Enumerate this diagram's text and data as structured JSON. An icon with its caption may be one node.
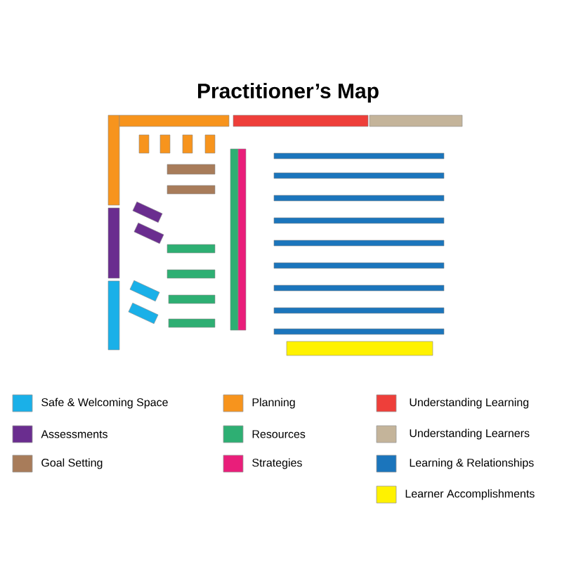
{
  "diagram": {
    "title": "Practitioner’s Map",
    "legend": [
      {
        "text": "Safe & Welcoming Space",
        "color": "#1ab0e8"
      },
      {
        "text": "Planning",
        "color": "#f7941d"
      },
      {
        "text": "Understanding Learning",
        "color": "#ee3f3a"
      },
      {
        "text": "Assessments",
        "color": "#6a2d8f"
      },
      {
        "text": "Resources",
        "color": "#2eaf73"
      },
      {
        "text": "Understanding Learners",
        "color": "#c4b49a"
      },
      {
        "text": "Goal Setting",
        "color": "#a87c5a"
      },
      {
        "text": "Strategies",
        "color": "#e91e7a"
      },
      {
        "text": "Learning & Relationships",
        "color": "#1b75bc"
      },
      {
        "text": "Learner Accomplishments",
        "color": "#fff200"
      }
    ]
  }
}
